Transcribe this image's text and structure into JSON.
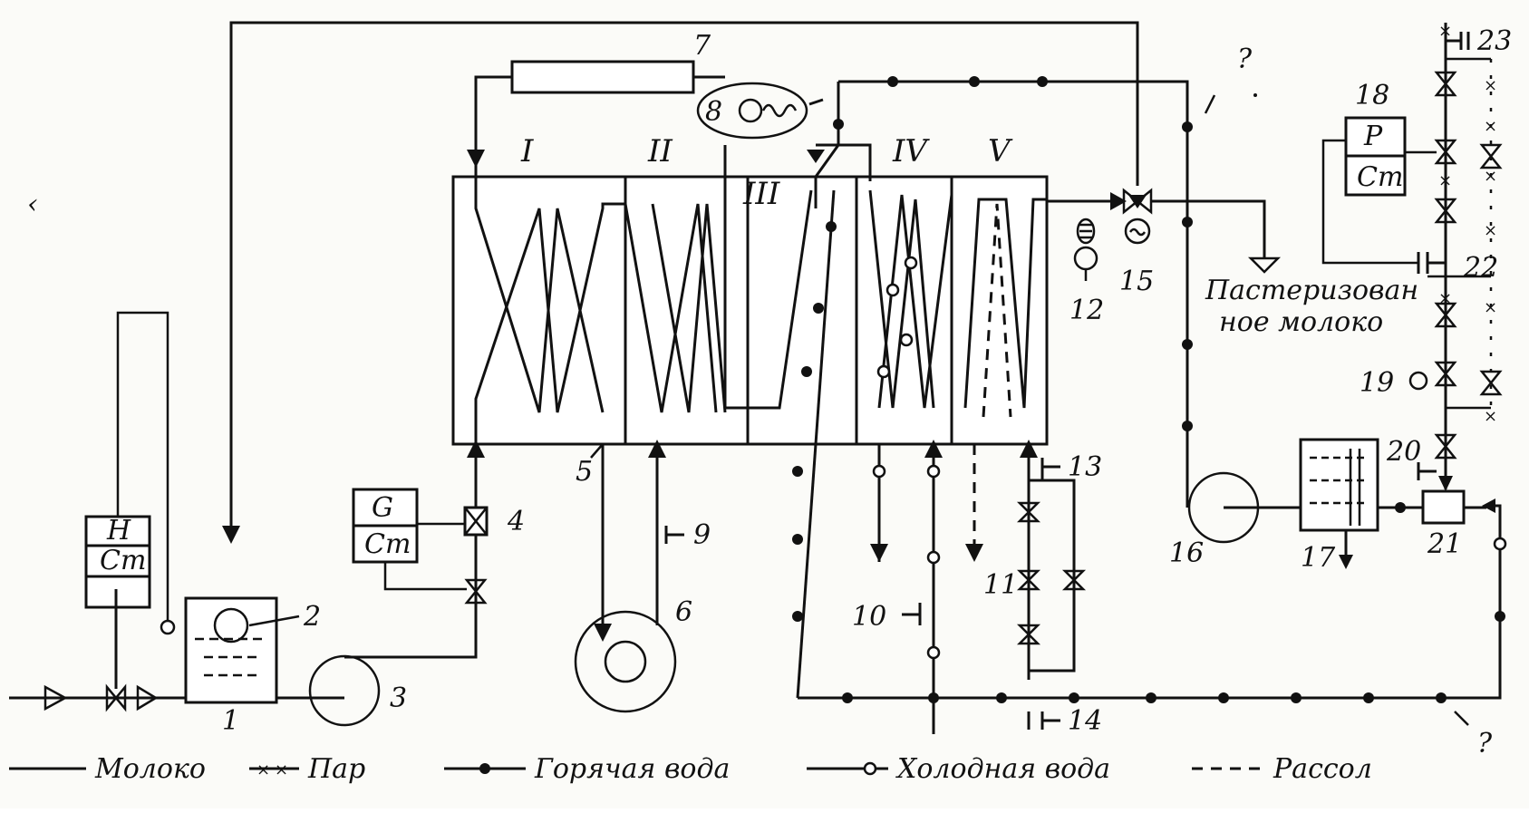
{
  "roman": {
    "I": "I",
    "II": "II",
    "III": "III",
    "IV": "IV",
    "V": "V"
  },
  "labels": {
    "n1": "1",
    "n2": "2",
    "n3": "3",
    "n4": "4",
    "n5": "5",
    "n6": "6",
    "n7": "7",
    "n8": "8",
    "n9": "9",
    "n10": "10",
    "n11": "11",
    "n12": "12",
    "n13": "13",
    "n14": "14",
    "n15": "15",
    "n16": "16",
    "n17": "17",
    "n18": "18",
    "n19": "19",
    "n20": "20",
    "n21": "21",
    "n22": "22",
    "n23": "23",
    "q1": "?",
    "q2": "?"
  },
  "boxes": {
    "h_top": "Н",
    "h_bot": "Ст",
    "g_top": "G",
    "g_bot": "Ст",
    "p_top": "Р",
    "p_bot": "Ст"
  },
  "output_text": {
    "line1": "Пастеризован",
    "line2": "ное молоко"
  },
  "legend": {
    "milk": "Молоко",
    "steam": "Пар",
    "hot_water": "Горячая вода",
    "cold_water": "Холодная вода",
    "brine": "Рассол"
  },
  "stray_mark": "‹"
}
